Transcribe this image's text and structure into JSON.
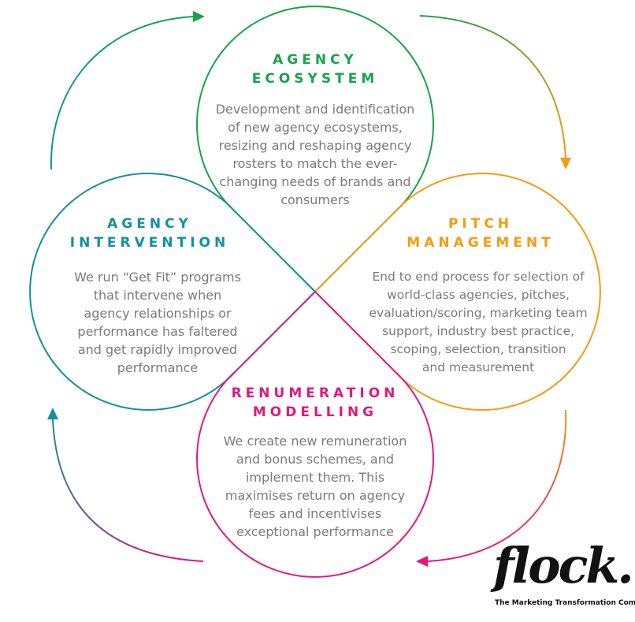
{
  "colors": {
    "green": "#16a34a",
    "orange": "#f39c12",
    "teal": "#14919b",
    "magenta": "#e0197d",
    "body_text": "#7a7a7a"
  },
  "petals": {
    "top": {
      "title_lines": [
        "AGENCY",
        "ECOSYSTEM"
      ],
      "body_lines": [
        "Development and identification",
        "of new agency ecosystems,",
        "resizing and reshaping agency",
        "rosters to match the ever-",
        "changing needs of brands and",
        "consumers"
      ]
    },
    "right": {
      "title_lines": [
        "PITCH",
        "MANAGEMENT"
      ],
      "body_lines": [
        "End to end process for selection of",
        "world-class agencies, pitches,",
        "evaluation/scoring, marketing team",
        "support, industry best practice,",
        "scoping, selection, transition",
        "and measurement"
      ]
    },
    "left": {
      "title_lines": [
        "AGENCY",
        "INTERVENTION"
      ],
      "body_lines": [
        "We run “Get Fit” programs",
        "that intervene when",
        "agency relationships or",
        "performance has faltered",
        "and get rapidly improved",
        "performance"
      ]
    },
    "bottom": {
      "title_lines": [
        "RENUMERATION",
        "MODELLING"
      ],
      "body_lines": [
        "We create new remuneration",
        "and bonus schemes, and",
        "implement them. This",
        "maximises return on agency",
        "fees and incentivises",
        "exceptional performance"
      ]
    }
  },
  "logo": {
    "wordmark": "flock.",
    "tagline": "The Marketing Transformation Company"
  }
}
